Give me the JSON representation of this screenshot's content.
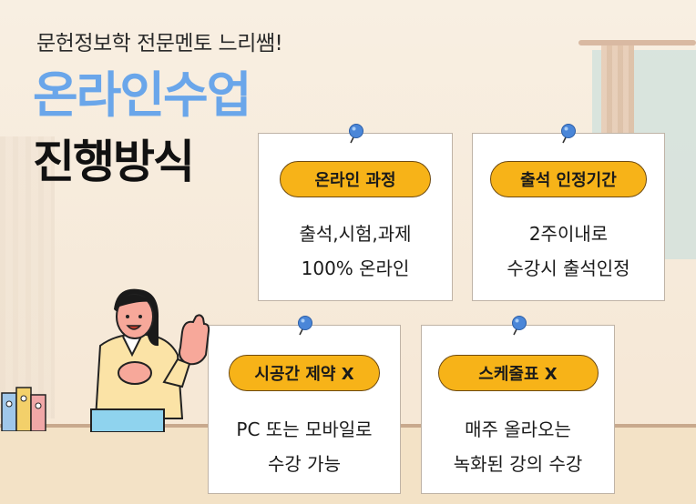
{
  "header": {
    "subtitle": "문헌정보학 전문멘토 느리쌤!",
    "title_line1": "온라인수업",
    "title_line2": "진행방식"
  },
  "cards": [
    {
      "pill": "온라인 과정",
      "line1": "출석,시험,과제",
      "line2": "100% 온라인"
    },
    {
      "pill": "출석 인정기간",
      "line1": "2주이내로",
      "line2": "수강시 출석인정"
    },
    {
      "pill": "시공간 제약 X",
      "line1": "PC 또는 모바일로",
      "line2": "수강 가능"
    },
    {
      "pill": "스케줄표 X",
      "line1": "매주 올라오는",
      "line2": "녹화된 강의 수강"
    }
  ],
  "colors": {
    "title_blue": "#6aa6ea",
    "pill": "#f7b318",
    "pin": "#4a86d8"
  },
  "icons": {
    "pin": "push-pin-icon"
  }
}
